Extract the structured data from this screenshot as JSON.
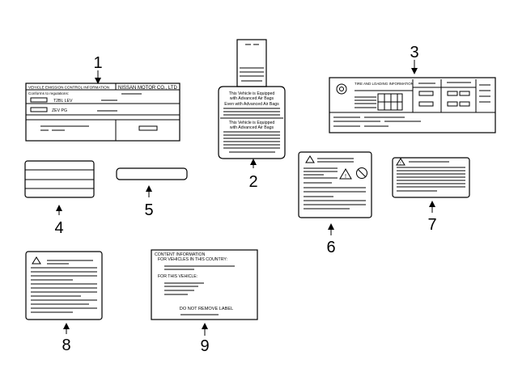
{
  "callouts": {
    "c1": "1",
    "c2": "2",
    "c3": "3",
    "c4": "4",
    "c5": "5",
    "c6": "6",
    "c7": "7",
    "c8": "8",
    "c9": "9"
  },
  "label1": {
    "header_left": "VEHICLE EMISSION CONTROL INFORMATION",
    "header_right": "NISSAN MOTOR CO., LTD",
    "conforms": "Conforms to regulations:",
    "row1": "T2BL LEV",
    "row2": "ZEV PG"
  },
  "label2": {
    "line1": "This Vehicle is Equipped",
    "line2": "with Advanced Air Bags",
    "line3": "Even with Advanced Air Bags",
    "line4": "This Vehicle is Equipped",
    "line5": "with Advanced Air Bags"
  },
  "label3": {
    "title": "TIRE AND LOADING INFORMATION"
  },
  "label9": {
    "line1": "CONTENT INFORMATION",
    "line2": "FOR VEHICLES IN THIS COUNTRY:",
    "line3": "FOR THIS VEHICLE:",
    "footer": "DO NOT REMOVE LABEL"
  }
}
